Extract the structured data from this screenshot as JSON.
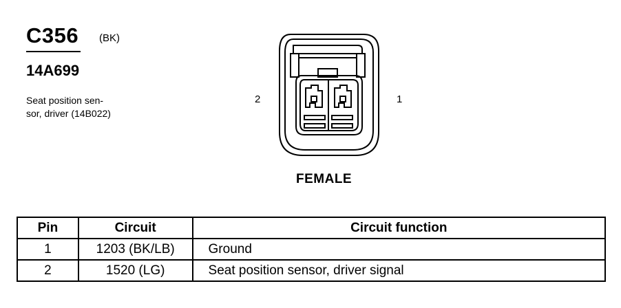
{
  "connector": {
    "id": "C356",
    "color": "(BK)",
    "part_number": "14A699",
    "description_lines": [
      "Seat position sen-",
      "sor, driver (14B022)"
    ]
  },
  "diagram": {
    "pin_labels": {
      "left": "2",
      "right": "1"
    },
    "gender": "FEMALE"
  },
  "table": {
    "headers": [
      "Pin",
      "Circuit",
      "Circuit function"
    ],
    "rows": [
      [
        "1",
        "1203 (BK/LB)",
        "Ground"
      ],
      [
        "2",
        "1520 (LG)",
        "Seat position sensor, driver  signal"
      ]
    ]
  }
}
